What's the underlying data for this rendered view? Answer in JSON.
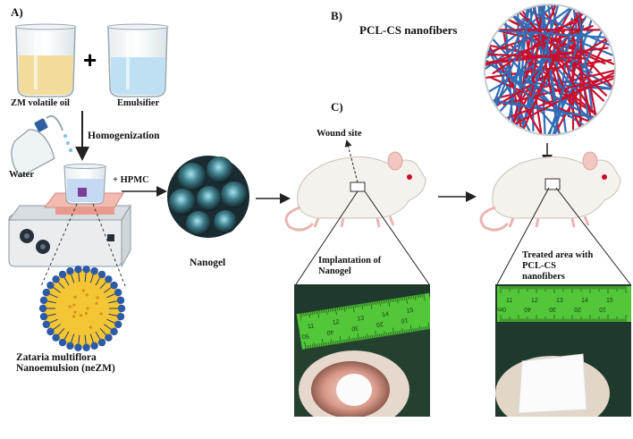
{
  "panels": {
    "a": {
      "letter": "A)",
      "oil_label": "ZM volatile oil",
      "plus": "+",
      "emulsifier_label": "Emulsifier",
      "homogenization_label": "Homogenization",
      "water_label": "Water",
      "hpmc_label": "+ HPMC",
      "nanogel_label": "Nanogel",
      "nanoemulsion_label_line1": "Zataria multiflora",
      "nanoemulsion_label_line2": "Nanoemulsion (neZM)"
    },
    "b": {
      "letter": "B)",
      "title": "PCL-CS nanofibers"
    },
    "c": {
      "letter": "C)",
      "wound_site_label": "Wound site",
      "implantation_label_line1": "Implantation of",
      "implantation_label_line2": "Nanogel",
      "treated_label_line1": "Treated area with",
      "treated_label_line2": "PCL-CS",
      "treated_label_line3": "nanofibers"
    }
  },
  "rulers": {
    "left_numbers": [
      "11",
      "12",
      "13",
      "14",
      "15",
      "10",
      "20",
      "30",
      "40",
      "50"
    ],
    "right_numbers": [
      "11",
      "12",
      "13",
      "14",
      "15",
      "10",
      "20",
      "30",
      "40",
      "0mm"
    ]
  },
  "colors": {
    "oil": "#f2dc9c",
    "emulsifier": "#bfe0f2",
    "nanogel": "#2c5560",
    "fiber_red": "#c8102e",
    "fiber_blue": "#2f6db5",
    "ruler_green": "#58d23c",
    "micelle_core": "#f4c534",
    "micelle_shell": "#2d5aa8"
  },
  "icons": [
    "beaker-icon",
    "wash-bottle-icon",
    "hot-plate-stirrer-icon",
    "micelle-icon",
    "nanogel-icon",
    "fiber-mesh-icon",
    "mouse-icon",
    "ruler-icon",
    "arrow-icon"
  ]
}
